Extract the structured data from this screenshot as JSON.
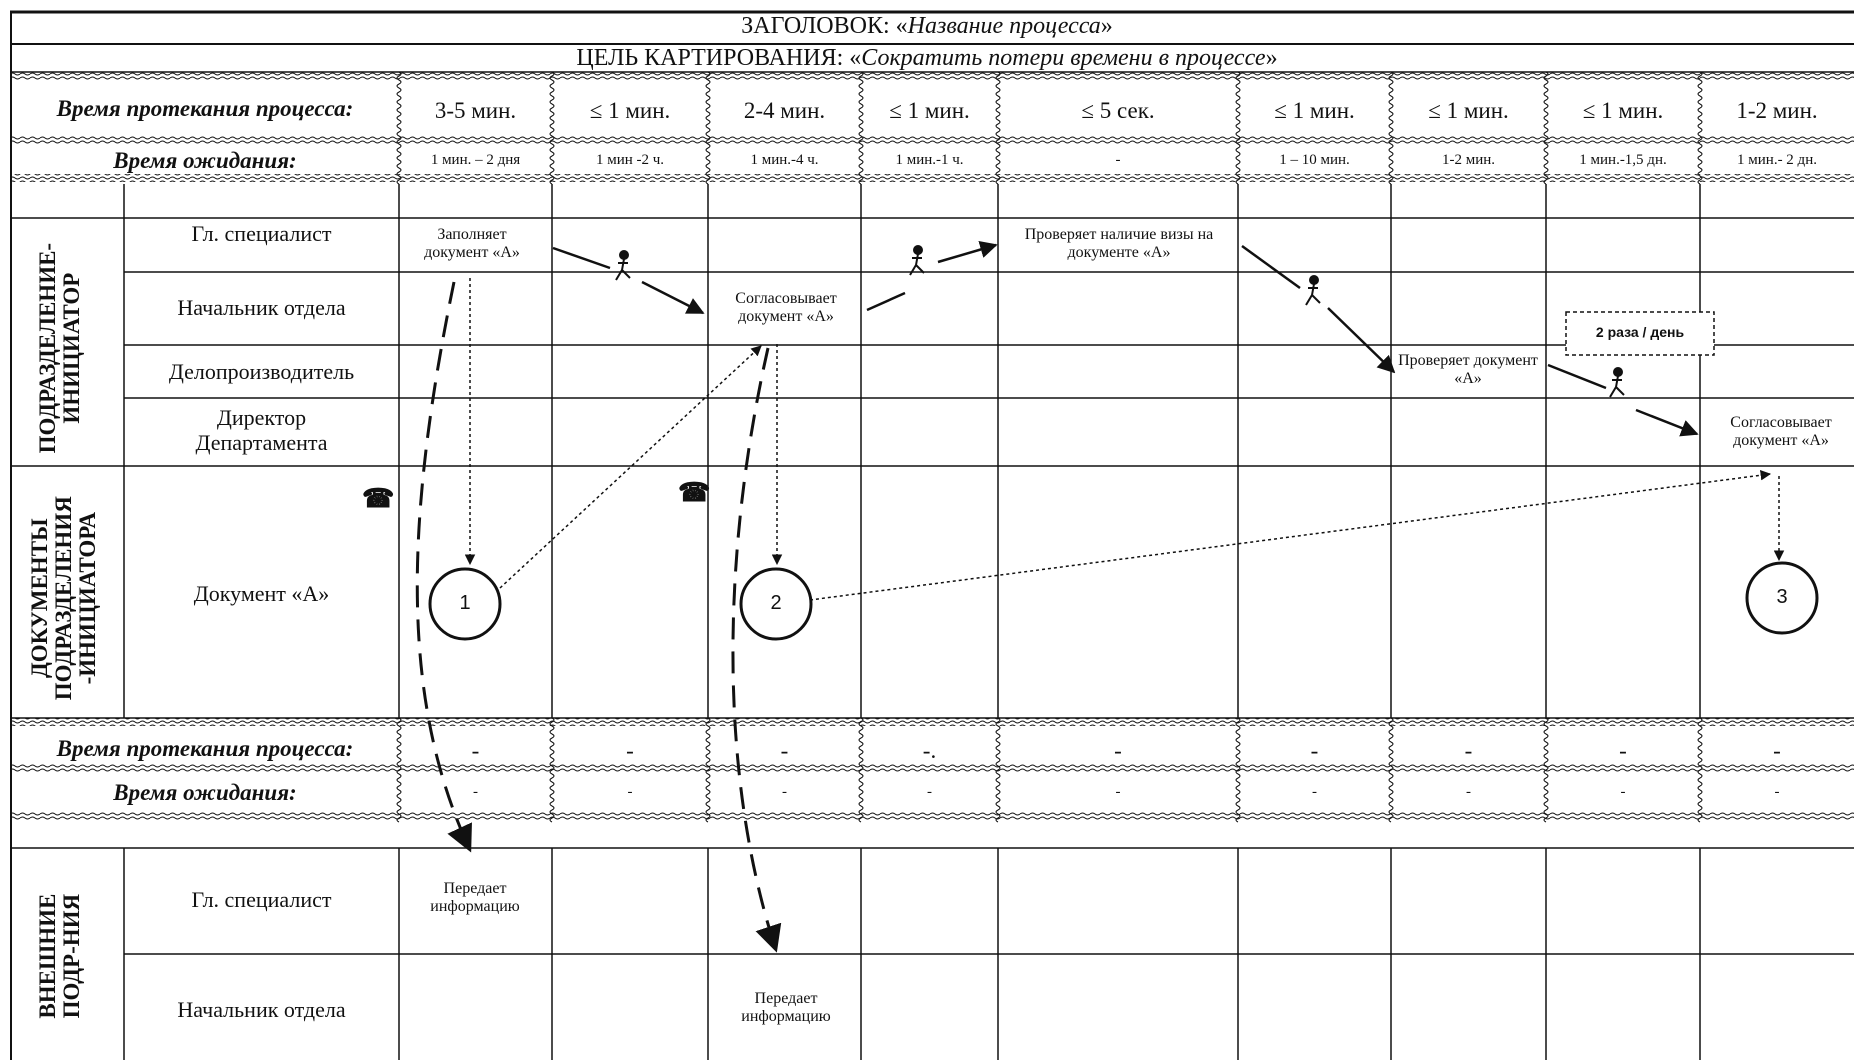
{
  "header": {
    "title_prefix": "ЗАГОЛОВОК: «",
    "title_value": "Название процесса",
    "title_suffix": "»",
    "goal_prefix": "ЦЕЛЬ КАРТИРОВАНИЯ: «",
    "goal_value": "Сократить потери времени в процессе",
    "goal_suffix": "»"
  },
  "row_labels": {
    "process_time": "Время протекания процесса:",
    "wait_time": "Время ожидания:"
  },
  "process_times": [
    "3-5 мин.",
    "≤ 1 мин.",
    "2-4 мин.",
    "≤ 1 мин.",
    "≤ 5 сек.",
    "≤ 1 мин.",
    "≤ 1 мин.",
    "≤ 1 мин.",
    "1-2 мин."
  ],
  "wait_times": [
    "1 мин. – 2 дня",
    "1 мин -2 ч.",
    "1 мин.-4 ч.",
    "1 мин.-1 ч.",
    "-",
    "1 – 10 мин.",
    "1-2 мин.",
    "1 мин.-1,5 дн.",
    "1 мин.- 2 дн."
  ],
  "bottom_process_times": [
    "-",
    "-",
    "-",
    "-.",
    "-",
    "-",
    "-",
    "-",
    "-"
  ],
  "bottom_wait_times": [
    "-",
    "-",
    "-",
    "-",
    "-",
    "-",
    "-",
    "-",
    "-"
  ],
  "sections": {
    "initiator": "ПОДРАЗДЕЛЕНИЕ-ИНИЦИАТОР",
    "documents": "ДОКУМЕНТЫ ПОДРАЗДЕЛЕНИЯ -ИНИЦИАТОРА",
    "external": "ВНЕШНИЕ ПОДР-НИЯ"
  },
  "roles": {
    "chief_specialist": "Гл. специалист",
    "dept_head": "Начальник отдела",
    "clerk": "Делопроизводитель",
    "director": "Директор Департамента",
    "document_a": "Документ «А»",
    "ext_chief_specialist": "Гл. специалист",
    "ext_dept_head": "Начальник отдела"
  },
  "activities": {
    "fills": "Заполняет документ «А»",
    "approves_head": "Согласовывает документ «А»",
    "checks_visa": "Проверяет наличие визы на документе «А»",
    "checks_clerk": "Проверяет документ «А»",
    "approves_director": "Согласовывает документ «А»",
    "transfers_1": "Передает информацию",
    "transfers_2": "Передает информацию"
  },
  "documents": [
    "1",
    "2",
    "3"
  ],
  "note": "2 раза / день",
  "icons": {
    "walker": "walking-person-icon",
    "phone": "telephone-icon"
  },
  "colors": {
    "line": "#111111",
    "background": "#ffffff"
  }
}
